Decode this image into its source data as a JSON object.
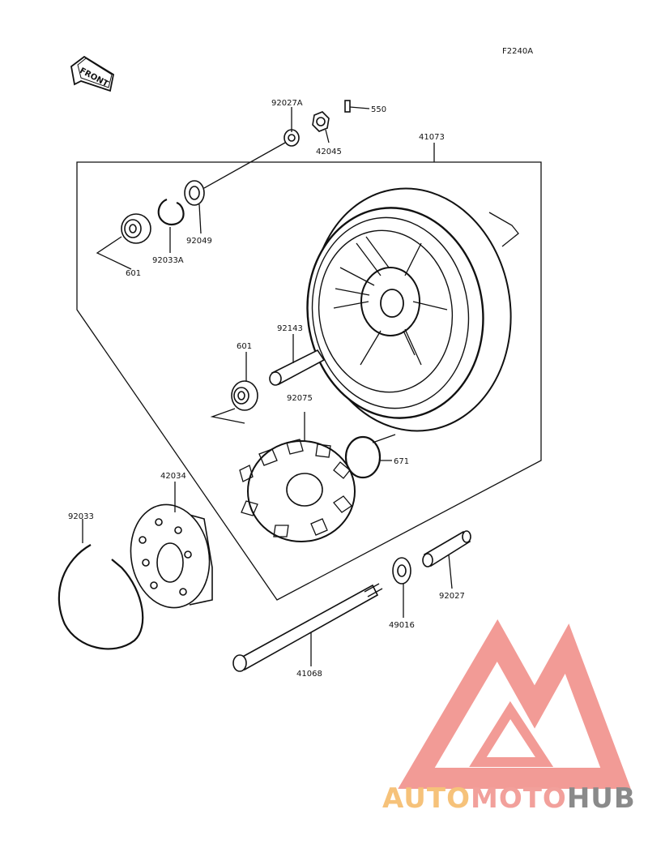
{
  "diagram": {
    "code": "F2240A",
    "front_label": "FRONT",
    "parts": [
      {
        "id": "92027A"
      },
      {
        "id": "42045"
      },
      {
        "id": "550"
      },
      {
        "id": "41073"
      },
      {
        "id": "92049"
      },
      {
        "id": "92033A"
      },
      {
        "id": "601"
      },
      {
        "id": "601"
      },
      {
        "id": "92143"
      },
      {
        "id": "92075"
      },
      {
        "id": "671"
      },
      {
        "id": "42034"
      },
      {
        "id": "92033"
      },
      {
        "id": "92027"
      },
      {
        "id": "49016"
      },
      {
        "id": "41068"
      }
    ]
  },
  "watermark": {
    "part1": "AUTO",
    "part2": "MOTO",
    "part3": "HUB",
    "colors": {
      "auto": "#f6c27a",
      "moto": "#f2a09b",
      "hub": "#8a8a8a",
      "logo": "#f08a84"
    }
  }
}
